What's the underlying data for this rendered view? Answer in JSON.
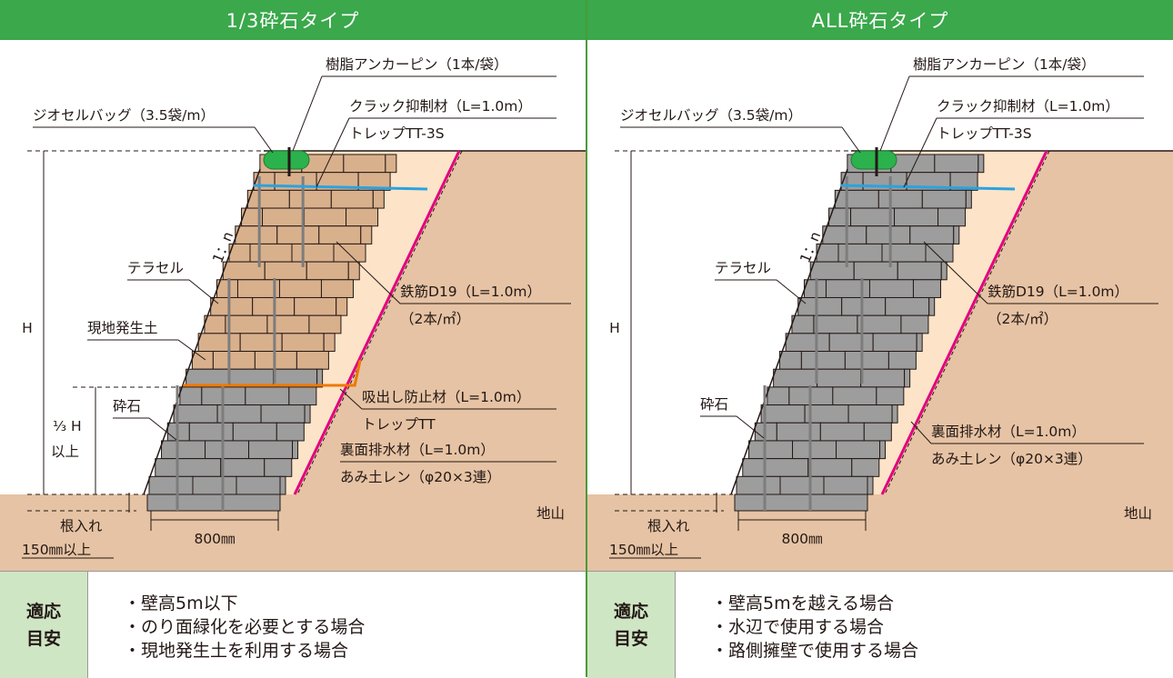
{
  "panels": [
    {
      "title": "1/3砕石タイプ",
      "labels": {
        "anchor_pin": "樹脂アンカーピン（1本/袋）",
        "geocell_bag": "ジオセルバッグ（3.5袋/m）",
        "crack_control": "クラック抑制材（L=1.0m）",
        "crack_control_product": "トレップTT-3S",
        "slope": "1：n",
        "terracell": "テラセル",
        "local_soil": "現地発生土",
        "rebar": "鉄筋D19（L=1.0m）",
        "rebar_density": "（2本/㎡）",
        "gravel": "砕石",
        "height": "H",
        "third_height_1": "⅓ H",
        "third_height_2": "以上",
        "outflow_prevention": "吸出し防止材（L=1.0m）",
        "outflow_product": "トレップTT",
        "back_drain": "裏面排水材（L=1.0m）",
        "back_drain_product": "あみ土レン（φ20×3連）",
        "ground": "地山",
        "embed_1": "根入れ",
        "embed_2": "150㎜以上",
        "width": "800㎜"
      },
      "criteria_label": [
        "適応",
        "目安"
      ],
      "criteria": [
        "・壁高5m以下",
        "・のり面緑化を必要とする場合",
        "・現地発生土を利用する場合"
      ]
    },
    {
      "title": "ALL砕石タイプ",
      "labels": {
        "anchor_pin": "樹脂アンカーピン（1本/袋）",
        "geocell_bag": "ジオセルバッグ（3.5袋/m）",
        "crack_control": "クラック抑制材（L=1.0m）",
        "crack_control_product": "トレップTT-3S",
        "slope": "1：n",
        "terracell": "テラセル",
        "rebar": "鉄筋D19（L=1.0m）",
        "rebar_density": "（2本/㎡）",
        "gravel": "砕石",
        "height": "H",
        "back_drain": "裏面排水材（L=1.0m）",
        "back_drain_product": "あみ土レン（φ20×3連）",
        "ground": "地山",
        "embed_1": "根入れ",
        "embed_2": "150㎜以上",
        "width": "800㎜"
      },
      "criteria_label": [
        "適応",
        "目安"
      ],
      "criteria": [
        "・壁高5mを越える場合",
        "・水辺で使用する場合",
        "・路側擁壁で使用する場合"
      ]
    }
  ],
  "colors": {
    "header": "#3aa84b",
    "soil": "#e6c3a4",
    "backfill": "#fde3c8",
    "brick": "#d9b08c",
    "gravel_block": "#9d9d9d",
    "drain_line": "#e4007f",
    "crack_line": "#29a3e0",
    "outflow_line": "#ee7800",
    "bag": "#2bb24c",
    "criteria_bg": "#cfe6c4"
  }
}
